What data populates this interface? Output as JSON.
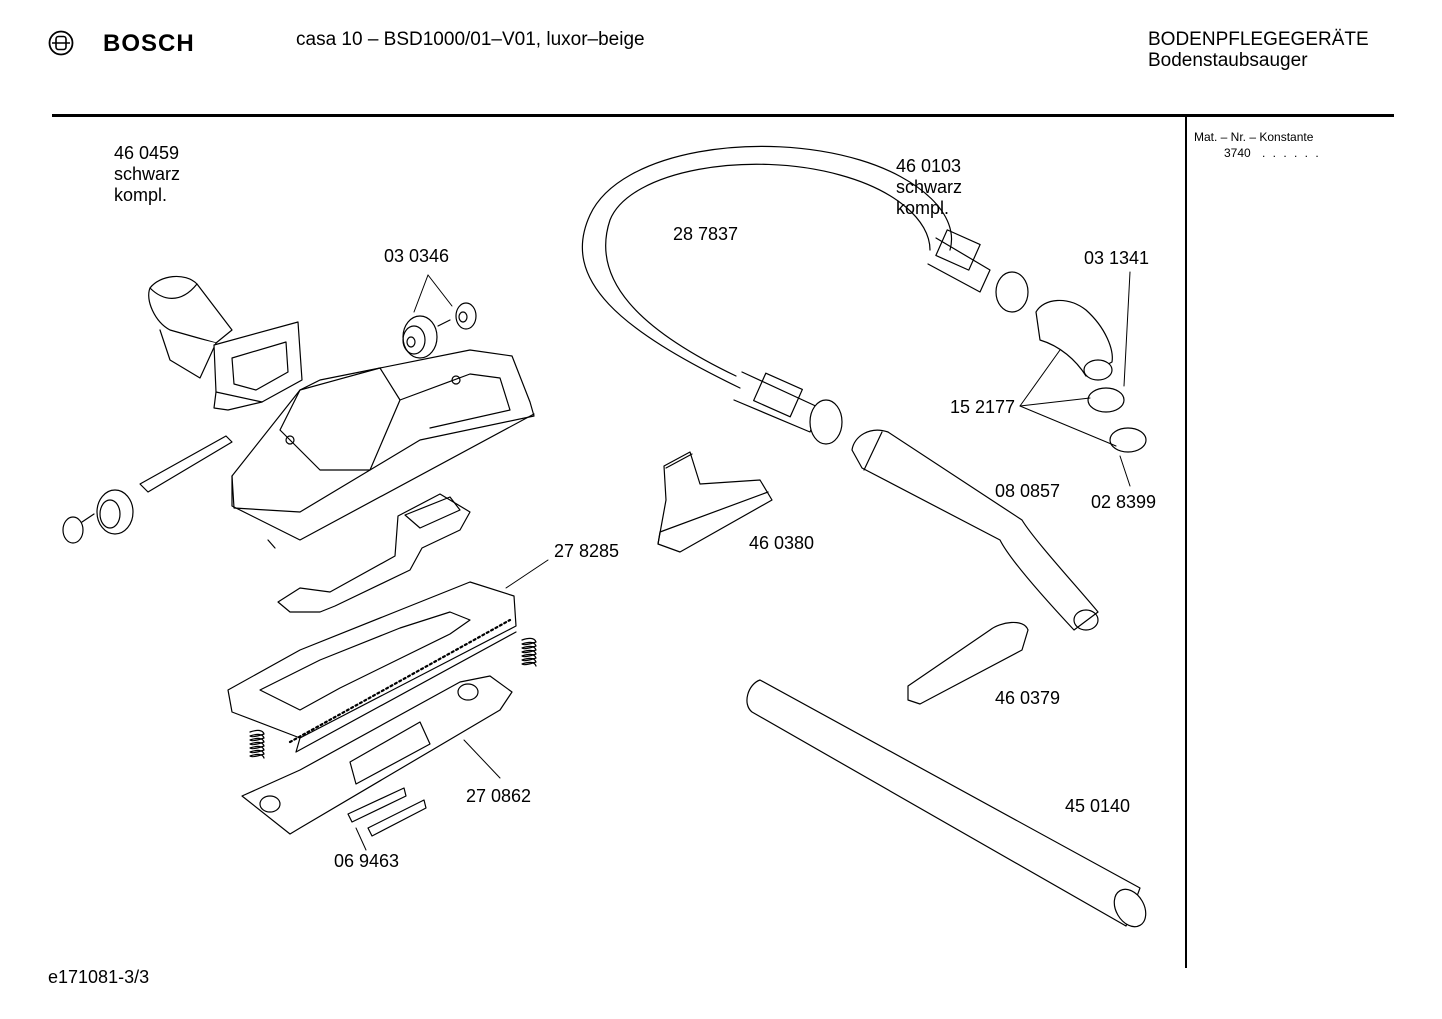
{
  "header": {
    "brand": "BOSCH",
    "model": "casa 10 – BSD1000/01–V01, luxor–beige",
    "category": "BODENPFLEGEGERÄTE",
    "subcategory": "Bodenstaubsauger"
  },
  "sidebar": {
    "title": "Mat. – Nr. – Konstante",
    "value": "3740",
    "dots": ". .   . . . ."
  },
  "footer": {
    "doc_id": "e171081-3/3"
  },
  "parts": {
    "p460459": {
      "number": "46 0459",
      "color": "schwarz",
      "note": "kompl."
    },
    "p030346": {
      "number": "03 0346"
    },
    "p287837": {
      "number": "28 7837"
    },
    "p460103": {
      "number": "46 0103",
      "color": "schwarz",
      "note": "kompl."
    },
    "p031341": {
      "number": "03 1341"
    },
    "p152177": {
      "number": "15 2177"
    },
    "p080857": {
      "number": "08 0857"
    },
    "p028399": {
      "number": "02 8399"
    },
    "p460380": {
      "number": "46 0380"
    },
    "p278285": {
      "number": "27 8285"
    },
    "p460379": {
      "number": "46 0379"
    },
    "p270862": {
      "number": "27 0862"
    },
    "p450140": {
      "number": "45 0140"
    },
    "p069463": {
      "number": "06 9463"
    }
  }
}
